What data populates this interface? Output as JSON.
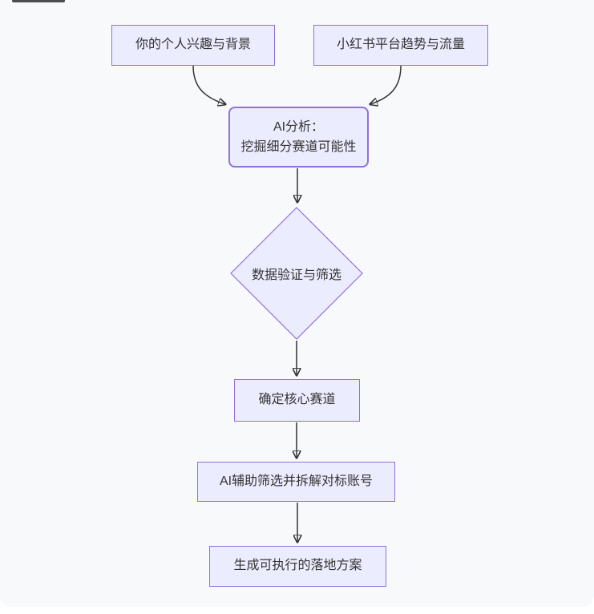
{
  "diagram_type": "flowchart",
  "colors": {
    "node_fill": "#ECECFF",
    "node_border": "#9370DB",
    "edge": "#333333",
    "text": "#333333",
    "canvas_bg": "#F8F9FB",
    "page_bg": "#FFFFFF"
  },
  "nodes": {
    "personal": {
      "label": "你的个人兴趣与背景"
    },
    "platform": {
      "label": "小红书平台趋势与流量"
    },
    "ai_analysis": {
      "line1": "AI分析：",
      "line2": "挖掘细分赛道可能性"
    },
    "validation": {
      "label": "数据验证与筛选"
    },
    "core_track": {
      "label": "确定核心赛道"
    },
    "benchmark": {
      "label": "AI辅助筛选并拆解对标账号"
    },
    "plan": {
      "label": "生成可执行的落地方案"
    }
  },
  "edges": [
    {
      "from": "personal",
      "to": "ai_analysis"
    },
    {
      "from": "platform",
      "to": "ai_analysis"
    },
    {
      "from": "ai_analysis",
      "to": "validation"
    },
    {
      "from": "validation",
      "to": "core_track"
    },
    {
      "from": "core_track",
      "to": "benchmark"
    },
    {
      "from": "benchmark",
      "to": "plan"
    }
  ]
}
